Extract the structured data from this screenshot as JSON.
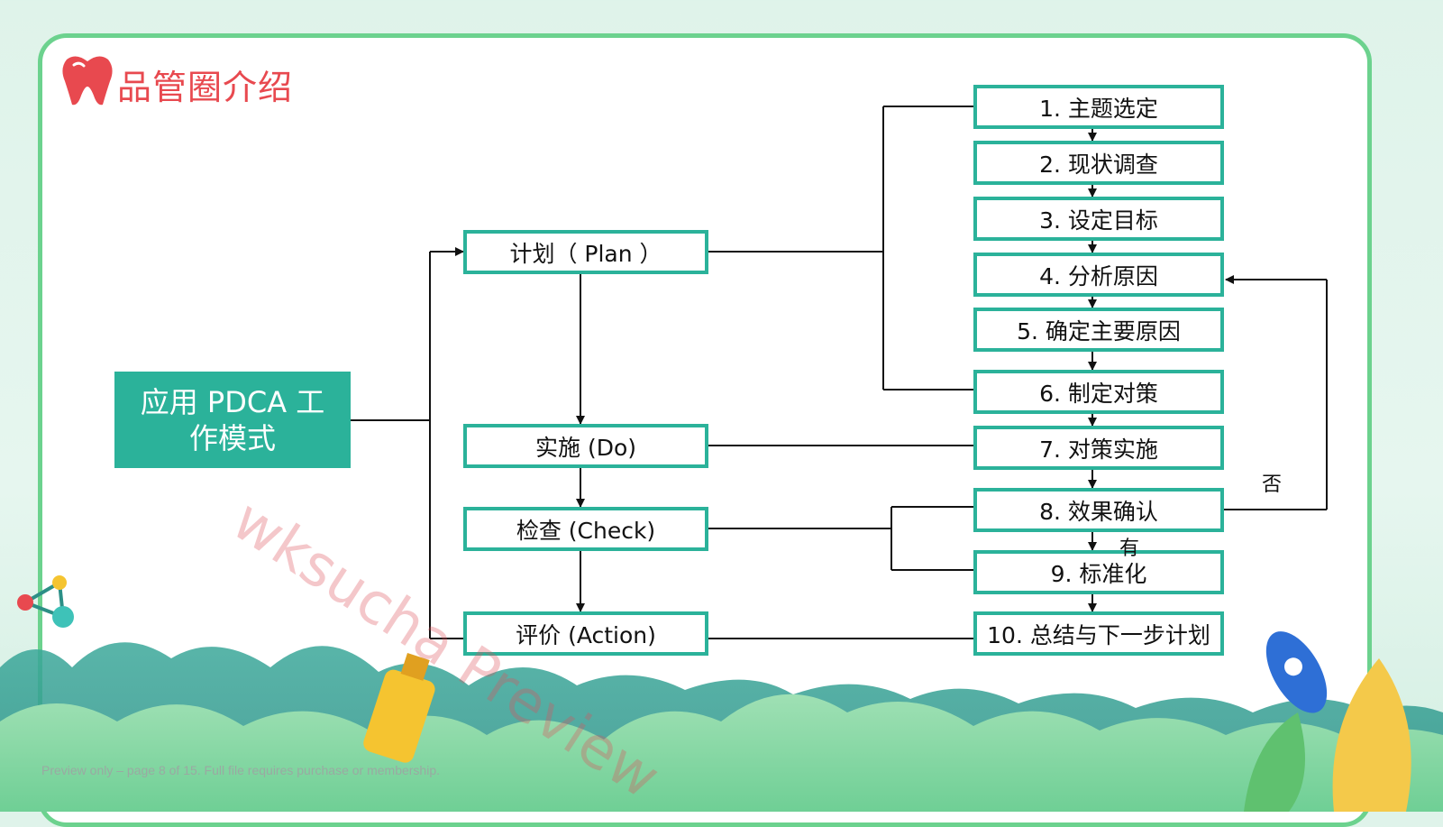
{
  "slide": {
    "title": "品管圈介绍",
    "main_label": "应用 PDCA 工作模式",
    "watermark": "wksucha Preview",
    "footer": "Preview only – page 8 of 15. Full file requires purchase or membership."
  },
  "phases": [
    {
      "id": "plan",
      "label": "计划（ Plan ）"
    },
    {
      "id": "do",
      "label": "实施 (Do)"
    },
    {
      "id": "check",
      "label": "检查 (Check)"
    },
    {
      "id": "action",
      "label": "评价 (Action)"
    }
  ],
  "steps": [
    {
      "label": "1. 主题选定"
    },
    {
      "label": "2. 现状调查"
    },
    {
      "label": "3. 设定目标"
    },
    {
      "label": "4. 分析原因"
    },
    {
      "label": "5. 确定主要原因"
    },
    {
      "label": "6. 制定对策"
    },
    {
      "label": "7. 对策实施"
    },
    {
      "label": "8. 效果确认"
    },
    {
      "label": "9. 标准化"
    },
    {
      "label": "10. 总结与下一步计划"
    }
  ],
  "branch_labels": {
    "no": "否",
    "yes": "有"
  },
  "colors": {
    "accent": "#2bb29a",
    "title": "#e8494f",
    "frame": "#6cd28e"
  }
}
